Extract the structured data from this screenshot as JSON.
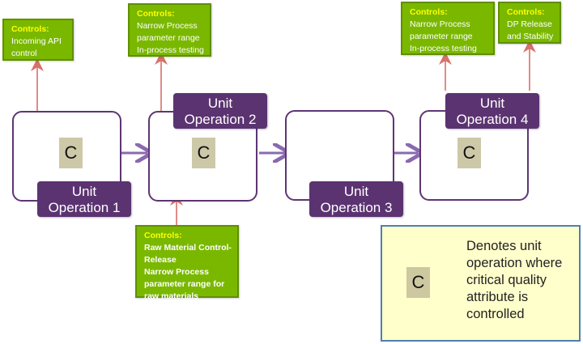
{
  "diagram": {
    "unit_operations": [
      {
        "label_line1": "Unit",
        "label_line2": "Operation 1",
        "critical_quality_attribute": true
      },
      {
        "label_line1": "Unit",
        "label_line2": "Operation 2",
        "critical_quality_attribute": true
      },
      {
        "label_line1": "Unit",
        "label_line2": "Operation 3",
        "critical_quality_attribute": false
      },
      {
        "label_line1": "Unit",
        "label_line2": "Operation 4",
        "critical_quality_attribute": true
      }
    ],
    "c_marker": "C",
    "controls": [
      {
        "attached_to": "Unit Operation 1",
        "header": "Controls:",
        "lines": [
          "Incoming API",
          "control"
        ]
      },
      {
        "attached_to": "Unit Operation 2",
        "header": "Controls:",
        "lines": [
          "Narrow Process",
          "parameter range",
          "In-process testing"
        ]
      },
      {
        "attached_to": "Unit Operation 2",
        "header": "Controls:",
        "lines": [
          "Raw Material Control-",
          "Release",
          "Narrow Process",
          "parameter range for",
          "raw materials"
        ]
      },
      {
        "attached_to": "Unit Operation 4",
        "header": "Controls:",
        "lines": [
          "Narrow Process",
          "parameter range",
          "In-process testing"
        ]
      },
      {
        "attached_to": "Unit Operation 4",
        "header": "Controls:",
        "lines": [
          "DP Release",
          "and Stability"
        ]
      }
    ],
    "legend": {
      "marker": "C",
      "lines": [
        "Denotes unit",
        "operation where",
        "critical quality",
        "attribute is",
        "controlled"
      ]
    },
    "colors": {
      "unit_purple": "#5b3371",
      "flow_arrow": "#8a6aae",
      "control_green": "#7ab800",
      "control_header": "#ffff00",
      "control_arrow": "#d9706a",
      "c_badge": "#cdc8a8",
      "legend_bg": "#ffffcc",
      "legend_border": "#4f7fb0"
    }
  }
}
